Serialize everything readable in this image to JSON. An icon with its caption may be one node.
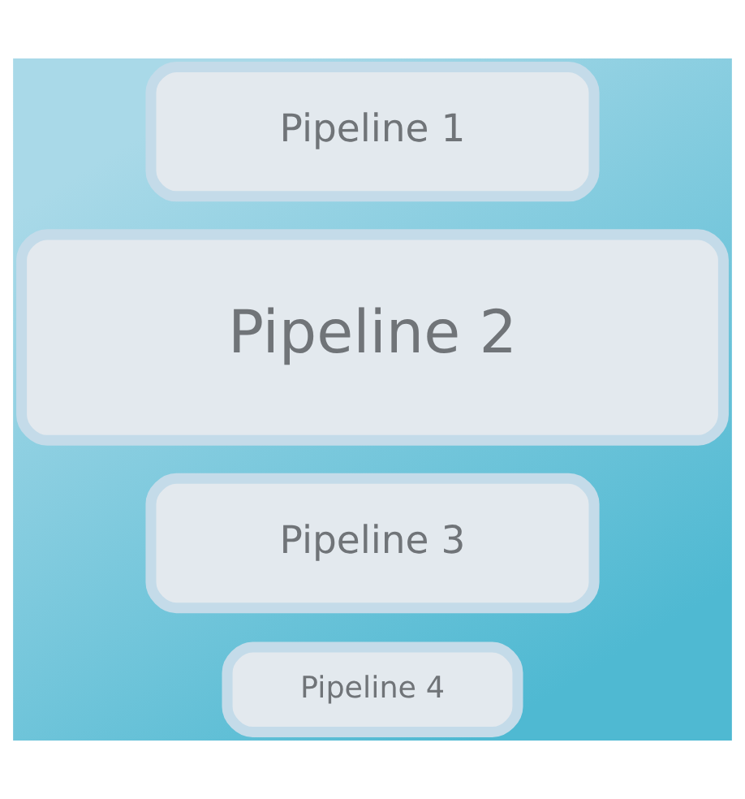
{
  "diagram": {
    "nodes": [
      {
        "text": [
          "Pipeline 4"
        ]
      },
      {
        "text": [
          "Pipeline 3"
        ]
      },
      {
        "text": [
          "Pipeline 2"
        ]
      },
      {
        "text": [
          "Pipeline 1"
        ]
      }
    ]
  }
}
